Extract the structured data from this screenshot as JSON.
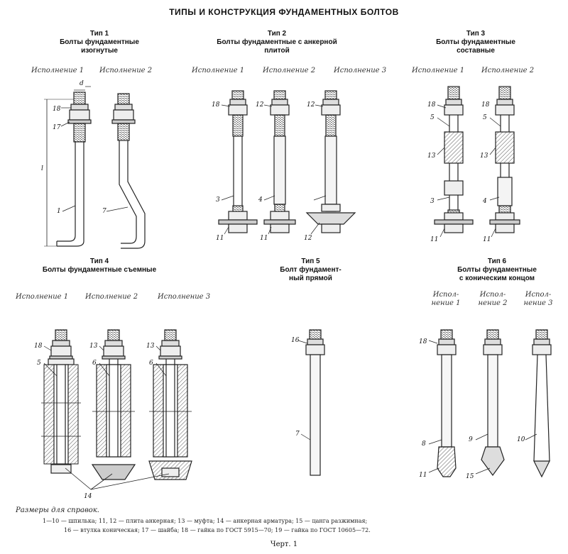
{
  "title": "ТИПЫ И КОНСТРУКЦИЯ ФУНДАМЕНТНЫХ БОЛТОВ",
  "types": [
    {
      "name": "Тип 1",
      "desc1": "Болты фундаментные",
      "desc2": "изогнутые",
      "variants": [
        "Исполнение 1",
        "Исполнение 2"
      ]
    },
    {
      "name": "Тип 2",
      "desc1": "Болты фундаментные с анкерной",
      "desc2": "плитой",
      "variants": [
        "Исполнение 1",
        "Исполнение 2",
        "Исполнение 3"
      ]
    },
    {
      "name": "Тип 3",
      "desc1": "Болты фундаментные",
      "desc2": "составные",
      "variants": [
        "Исполнение 1",
        "Исполнение 2"
      ]
    },
    {
      "name": "Тип 4",
      "desc1": "Болты фундаментные съемные",
      "desc2": "",
      "variants": [
        "Исполнение 1",
        "Исполнение 2",
        "Исполнение 3"
      ]
    },
    {
      "name": "Тип 5",
      "desc1": "Болт фундамент-",
      "desc2": "ный прямой",
      "variants": []
    },
    {
      "name": "Тип 6",
      "desc1": "Болты фундаментные",
      "desc2": "с коническим концом",
      "variants": [
        "Испол-нение 1",
        "Испол-нение 2",
        "Испол-нение 3"
      ]
    }
  ],
  "t6_variants": [
    {
      "l1": "Испол-",
      "l2": "нение 1"
    },
    {
      "l1": "Испол-",
      "l2": "нение 2"
    },
    {
      "l1": "Испол-",
      "l2": "нение 3"
    }
  ],
  "labels": {
    "t1": {
      "d": "d",
      "l": "l",
      "n18": "18",
      "n17": "17",
      "n1": "1",
      "n7": "7"
    },
    "t2": {
      "n18": "18",
      "n12a": "12",
      "n12b": "12",
      "n3": "3",
      "n4": "4",
      "n11a": "11",
      "n11b": "11",
      "n12c": "12"
    },
    "t3": {
      "n18a": "18",
      "n18b": "18",
      "n5a": "5",
      "n5b": "5",
      "n13a": "13",
      "n13b": "13",
      "n3": "3",
      "n4": "4",
      "n11a": "11",
      "n11b": "11"
    },
    "t4": {
      "n18": "18",
      "n13a": "13",
      "n13b": "13",
      "n5": "5",
      "n6a": "6",
      "n6b": "6",
      "n14": "14"
    },
    "t5": {
      "n16": "16",
      "n7": "7"
    },
    "t6": {
      "n18": "18",
      "n8": "8",
      "n9": "9",
      "n10": "10",
      "n11": "11",
      "n15": "15"
    }
  },
  "notes": {
    "heading": "Размеры для справок.",
    "line1": "1—10 — шпилька;  11, 12 — плита анкерная;  13 — муфта;  14 — анкерная арматура;  15 — цанга разжимная;",
    "line2": "16 — втулка коническая;  17 — шайба;  18 — гайка по ГОСТ 5915—70;  19 — гайка по ГОСТ 10605—72."
  },
  "figure": "Черт. 1"
}
